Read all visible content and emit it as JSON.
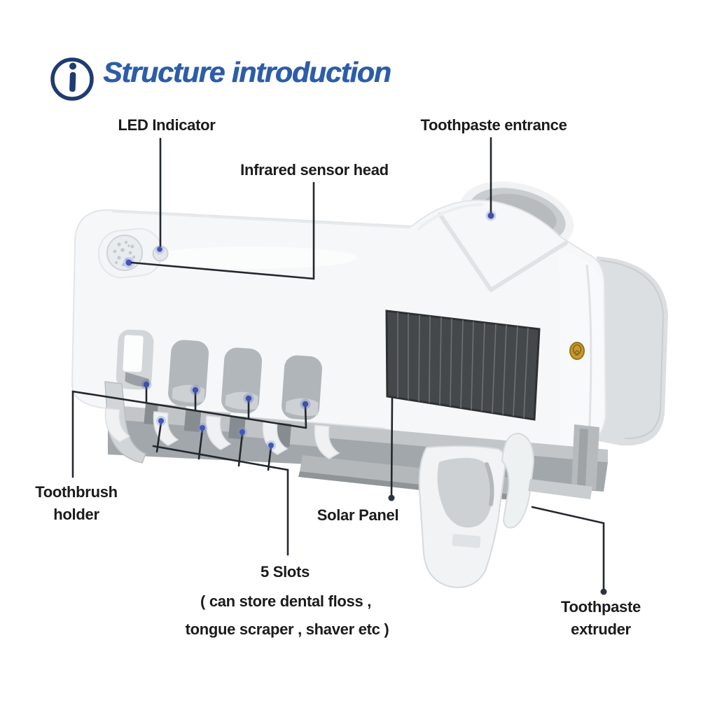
{
  "title": {
    "text": "Structure introduction"
  },
  "labels": {
    "led_indicator": "LED Indicator",
    "infrared_sensor": "Infrared sensor head",
    "toothpaste_entrance": "Toothpaste entrance",
    "toothbrush_holder_line1": "Toothbrush",
    "toothbrush_holder_line2": "holder",
    "solar_panel": "Solar Panel",
    "slots_title": "5 Slots",
    "slots_note_line1": "( can store dental floss ,",
    "slots_note_line2": "tongue scraper , shaver etc  )",
    "toothpaste_extruder_line1": "Toothpaste",
    "toothpaste_extruder_line2": "extruder"
  },
  "colors": {
    "title_blue": "#2d5da9",
    "icon_navy": "#1e3c72",
    "label_text": "#1b1b1b",
    "annotation_line": "#23272e",
    "callout_dot_blue": "#3f51a8",
    "solar_panel_dark": "#45484b",
    "gold_button": "#c79a2e",
    "device_white": "#f6f7f8",
    "tray_gray": "#a2a7ab"
  }
}
